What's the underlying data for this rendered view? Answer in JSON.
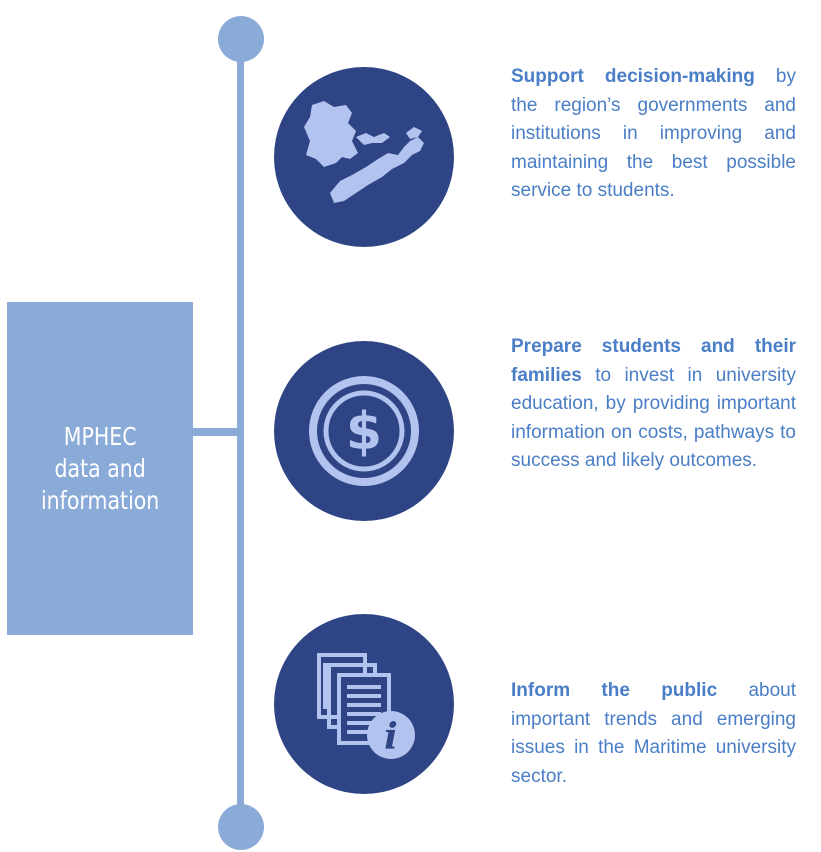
{
  "title": "MPHEC\ndata and\ninformation",
  "colors": {
    "spine": "#8aaad8",
    "node_fill": "#2e4484",
    "icon_fill": "#b3c3ef",
    "text": "#4a7ec6"
  },
  "items": [
    {
      "icon": "maritime-map-icon",
      "bold": "Support decision-making",
      "text": " by the region’s governments and institutions in improving and maintaining the best possible service to students."
    },
    {
      "icon": "dollar-coin-icon",
      "bold": "Prepare students and their families",
      "text": " to invest in university education, by providing important information on costs, pathways to success and likely outcomes."
    },
    {
      "icon": "documents-info-icon",
      "bold": "Inform the public",
      "text": " about important trends and emerging issues in the Maritime university sector."
    }
  ]
}
